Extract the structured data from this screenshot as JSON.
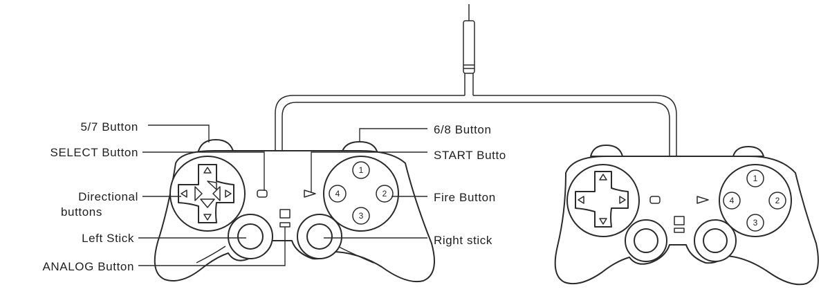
{
  "labels": {
    "l1_5_7": "5/7 Button",
    "select": "SELECT  Button",
    "directional_line1": "Directional",
    "directional_line2": "buttons",
    "left_stick": "Left Stick",
    "analog": "ANALOG Button",
    "r1_6_8": "6/8 Button",
    "start": "START Butto",
    "fire": "Fire Button",
    "right_stick": "Right stick"
  },
  "buttons": {
    "left": {
      "b1": "1",
      "b2": "2",
      "b3": "3",
      "b4": "4"
    },
    "right": {
      "b1": "1",
      "b2": "2",
      "b3": "3",
      "b4": "4"
    }
  }
}
